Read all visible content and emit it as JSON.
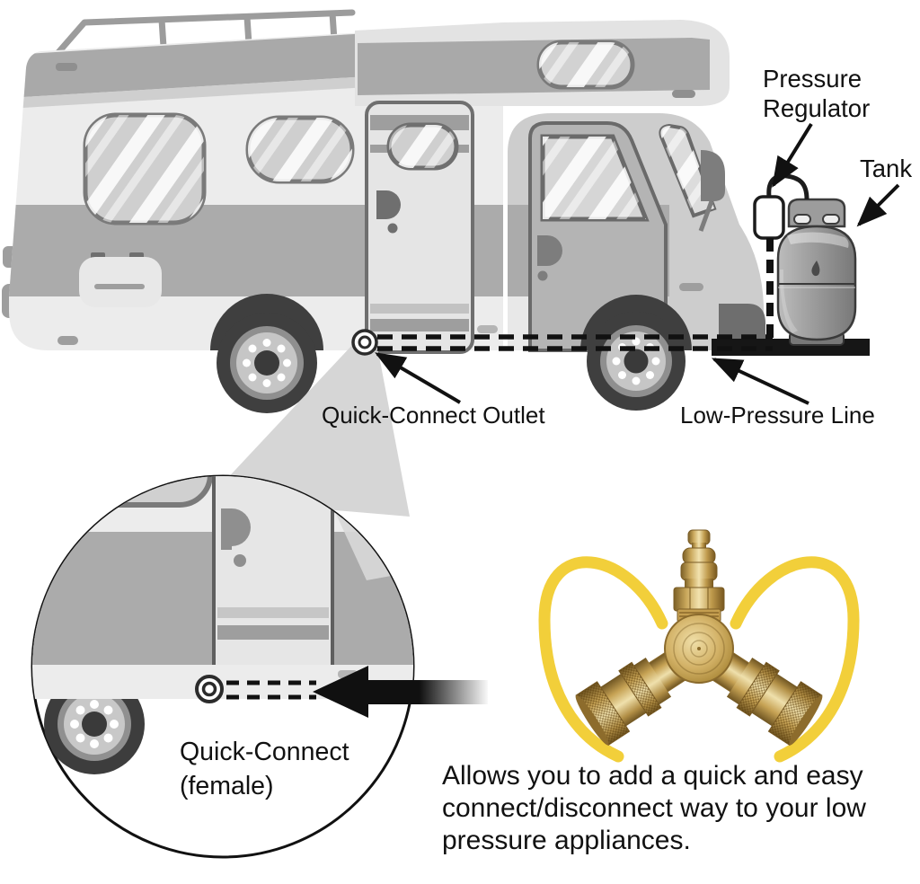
{
  "labels": {
    "pressure_regulator_line1": "Pressure",
    "pressure_regulator_line2": "Regulator",
    "tank": "Tank",
    "quick_connect_outlet": "Quick-Connect Outlet",
    "low_pressure_line": "Low-Pressure Line",
    "magnifier_line1": "Quick-Connect",
    "magnifier_line2": "(female)"
  },
  "caption": {
    "line1": "Allows you to add a quick and easy",
    "line2": "connect/disconnect way to your low",
    "line3": "pressure appliances."
  },
  "colors": {
    "body_light": "#ececec",
    "body_gray": "#ababab",
    "line_black": "#111111",
    "platform_black": "#161616",
    "hose_yellow": "#f2cf3a",
    "brass": "#caa258",
    "glass": "#cfcfcf"
  }
}
